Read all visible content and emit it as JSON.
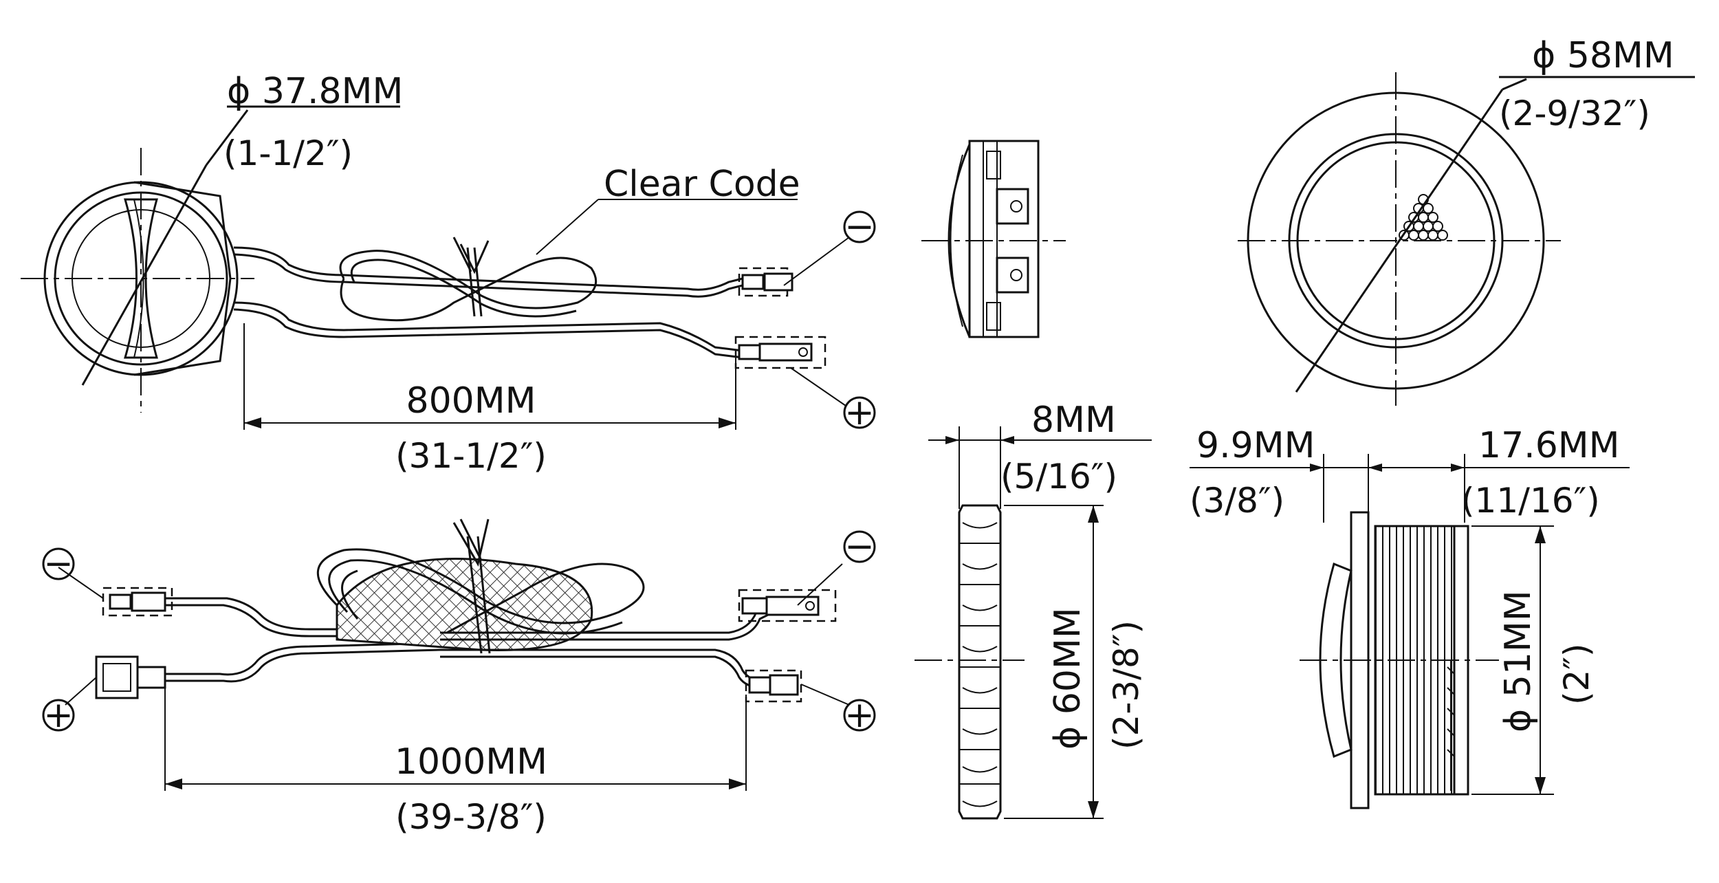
{
  "labels": {
    "tweeter_dia_mm": "ϕ 37.8MM",
    "tweeter_dia_in": "(1-1/2″)",
    "clear_code": "Clear Code",
    "minus_sign": "−",
    "plus_sign": "+",
    "wire_800_mm": "800MM",
    "wire_800_in": "(31-1/2″)",
    "wire_1000_mm": "1000MM",
    "wire_1000_in": "(39-3/8″)",
    "depth_8_mm": "8MM",
    "depth_8_in": "(5/16″)",
    "dia_60_mm": "ϕ 60MM",
    "dia_60_in": "(2-3/8″)",
    "dia_58_mm": "ϕ 58MM",
    "dia_58_in": "(2-9/32″)",
    "depth_9_9_mm": "9.9MM",
    "depth_9_9_in": "(3/8″)",
    "depth_17_6_mm": "17.6MM",
    "depth_17_6_in": "(11/16″)",
    "dia_51_mm": "ϕ 51MM",
    "dia_51_in": "(2″)"
  }
}
